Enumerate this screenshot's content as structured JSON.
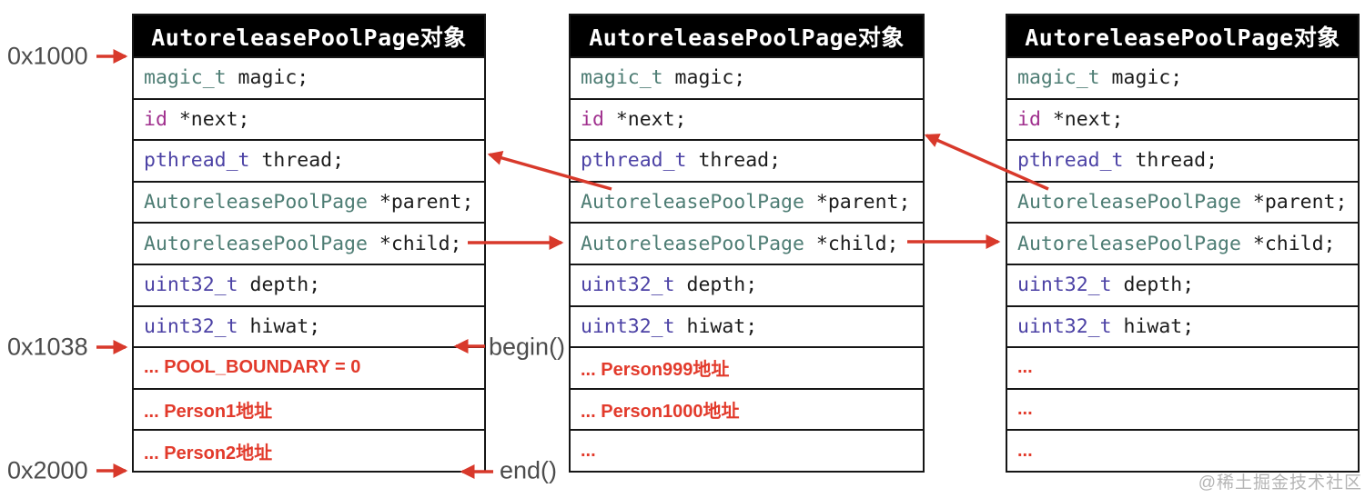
{
  "colors": {
    "type_teal": "#4e7d74",
    "type_magenta": "#a0308e",
    "type_indigo": "#4c42a5",
    "code_text": "#1c1c1c",
    "arrow_red": "#d8392b",
    "stack_red": "#e23a2b",
    "label_gray": "#4c4c4c",
    "border_black": "#161616",
    "header_bg": "#000000",
    "header_text": "#ffffff",
    "watermark_gray": "#b5b5b5",
    "background": "#ffffff"
  },
  "labels": {
    "addr_0x1000": "0x1000",
    "addr_0x1038": "0x1038",
    "addr_0x2000": "0x2000",
    "begin": "begin()",
    "end": "end()",
    "watermark": "@稀土掘金技术社区"
  },
  "tables": [
    {
      "title": "AutoreleasePoolPage对象",
      "fields": [
        {
          "kw": "magic_t",
          "rest": " magic;",
          "color": "teal"
        },
        {
          "kw": "id",
          "rest": " *next;",
          "color": "magenta"
        },
        {
          "kw": "pthread_t",
          "rest": " thread;",
          "color": "indigo"
        },
        {
          "kw": "AutoreleasePoolPage",
          "rest": " *parent;",
          "color": "teal"
        },
        {
          "kw": "AutoreleasePoolPage",
          "rest": " *child;",
          "color": "teal"
        },
        {
          "kw": "uint32_t",
          "rest": " depth;",
          "color": "indigo"
        },
        {
          "kw": "uint32_t",
          "rest": " hiwat;",
          "color": "indigo"
        }
      ],
      "stack_rows": [
        "... POOL_BOUNDARY = 0",
        "... Person1地址",
        "... Person2地址"
      ]
    },
    {
      "title": "AutoreleasePoolPage对象",
      "fields": [
        {
          "kw": "magic_t",
          "rest": " magic;",
          "color": "teal"
        },
        {
          "kw": "id",
          "rest": " *next;",
          "color": "magenta"
        },
        {
          "kw": "pthread_t",
          "rest": " thread;",
          "color": "indigo"
        },
        {
          "kw": "AutoreleasePoolPage",
          "rest": " *parent;",
          "color": "teal"
        },
        {
          "kw": "AutoreleasePoolPage",
          "rest": " *child;",
          "color": "teal"
        },
        {
          "kw": "uint32_t",
          "rest": " depth;",
          "color": "indigo"
        },
        {
          "kw": "uint32_t",
          "rest": " hiwat;",
          "color": "indigo"
        }
      ],
      "stack_rows": [
        "... Person999地址",
        "... Person1000地址",
        "..."
      ]
    },
    {
      "title": "AutoreleasePoolPage对象",
      "fields": [
        {
          "kw": "magic_t",
          "rest": " magic;",
          "color": "teal"
        },
        {
          "kw": "id",
          "rest": " *next;",
          "color": "magenta"
        },
        {
          "kw": "pthread_t",
          "rest": " thread;",
          "color": "indigo"
        },
        {
          "kw": "AutoreleasePoolPage",
          "rest": " *parent;",
          "color": "teal"
        },
        {
          "kw": "AutoreleasePoolPage",
          "rest": " *child;",
          "color": "teal"
        },
        {
          "kw": "uint32_t",
          "rest": " depth;",
          "color": "indigo"
        },
        {
          "kw": "uint32_t",
          "rest": " hiwat;",
          "color": "indigo"
        }
      ],
      "stack_rows": [
        "...",
        "...",
        "..."
      ]
    }
  ]
}
